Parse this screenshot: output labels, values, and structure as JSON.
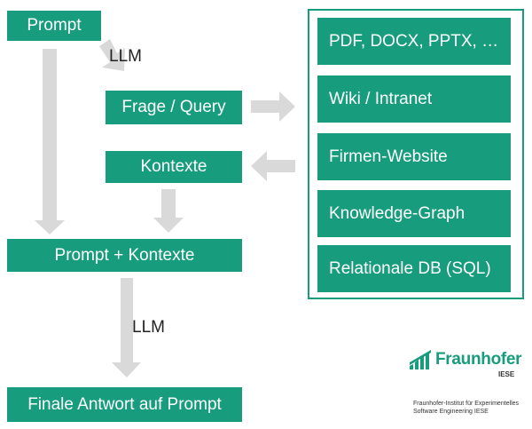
{
  "nodes": {
    "prompt": "Prompt",
    "frage": "Frage / Query",
    "kontexte": "Kontexte",
    "prompt_kontexte": "Prompt + Kontexte",
    "final": "Finale Antwort auf Prompt"
  },
  "edge_labels": {
    "llm_top": "LLM",
    "llm_bottom": "LLM"
  },
  "sources": [
    "PDF, DOCX, PPTX, …",
    "Wiki / Intranet",
    "Firmen-Website",
    "Knowledge-Graph",
    "Relationale DB (SQL)"
  ],
  "logo": {
    "name": "Fraunhofer",
    "unit": "IESE",
    "institute_line1": "Fraunhofer-Institut für Experimentelles",
    "institute_line2": "Software Engineering IESE"
  },
  "colors": {
    "box": "#179c7d",
    "arrow": "#d9d9d9"
  }
}
